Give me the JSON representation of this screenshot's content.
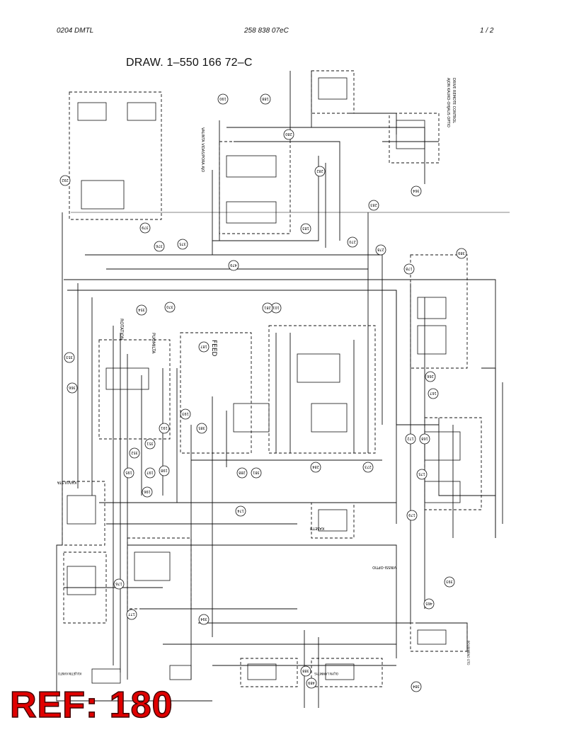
{
  "header": {
    "left": "0204 DMTL",
    "center": "258 838 07eC",
    "right": "1 /  2"
  },
  "drawing": {
    "title": "DRAW. 1–550 166 72–C"
  },
  "labels": {
    "rotation": "ROTATION",
    "puomilta": "PUOMILTA",
    "feed": "FEED",
    "valinta": "VALINTA VIDAS/PORA AJO",
    "kasetti": "KASETTI",
    "drive_remote": "DRIVE REMOTE CONTROL",
    "ajon_kauko": "AJON KAUKO-OHJAUS OPTIO",
    "oil_heating": "OLJYN LAMMITYS",
    "carrier_roller": "KULJETIN KANTO",
    "vinssi": "VINSSI-OPTIO",
    "kaivulsta": "KAIVULSTA",
    "pourimeno": "POURIMENO OTO"
  },
  "circle_refs": [
    "292",
    "379",
    "376",
    "375",
    "479",
    "101",
    "354",
    "370",
    "353",
    "366",
    "193",
    "195",
    "196",
    "197",
    "198",
    "191",
    "187",
    "352",
    "351",
    "288",
    "381",
    "385",
    "266",
    "167",
    "172",
    "168",
    "175",
    "178",
    "179",
    "174",
    "183",
    "190",
    "188",
    "284",
    "273",
    "270",
    "278",
    "280",
    "281",
    "282",
    "283",
    "364",
    "176",
    "177",
    "394",
    "393",
    "465",
    "489",
    "388",
    "384",
    "389"
  ],
  "stamp": {
    "text": "REF: 180"
  }
}
